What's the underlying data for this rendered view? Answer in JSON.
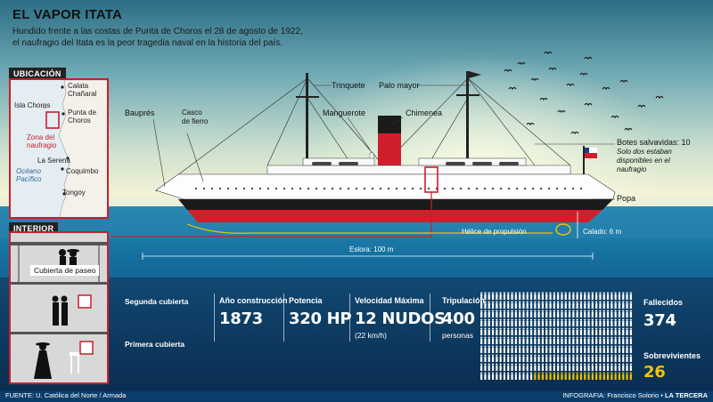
{
  "header": {
    "title": "EL VAPOR ITATA",
    "subtitle": "Hundido frente a las costas de Punta de Choros el 28 de agosto de 1922, el naufragio del Itata es la peor tragedia naval en la historia del país."
  },
  "map": {
    "section_label": "UBICACIÓN",
    "labels": {
      "calata_chanaral": "Calata\nChañaral",
      "isla_choros": "Isla Choros",
      "punta_choros": "Punta de\nChoros",
      "zona_naufragio": "Zona del\nnaufragio",
      "la_serena": "La Serena",
      "coquimbo": "Coquimbo",
      "oceano": "Océano\nPacífico",
      "tongoy": "Tongoy"
    }
  },
  "interior": {
    "section_label": "INTERIOR",
    "cubierta_paseo": "Cubierta de paseo"
  },
  "ship_callouts": {
    "bauprés": "Bauprés",
    "casco": "Casco\nde fierro",
    "trinquete": "Trinquete",
    "palo_mayor": "Palo mayor",
    "manguerote": "Manguerote",
    "chimenea": "Chimenea",
    "botes_title": "Botes salvavidas: 10",
    "botes_note": "Solo dos estaban\ndisponibles en el\nnaufragio",
    "popa": "Popa",
    "helice": "Hélice de propulsión",
    "calado": "Calado: 6 m",
    "eslora": "Eslora: 100 m"
  },
  "decks": {
    "segunda": "Segunda cubierta",
    "primera": "Primera cubierta"
  },
  "stats": {
    "anio_label": "Año construcción",
    "anio_value": "1873",
    "potencia_label": "Potencia",
    "potencia_value": "320 HP",
    "velocidad_label": "Velocidad Máxima",
    "velocidad_value": "12 NUDOS",
    "velocidad_sub": "(22 km/h)",
    "tripulacion_label": "Tripulación",
    "tripulacion_value": "400",
    "tripulacion_sub": "personas",
    "fallecidos_label": "Fallecidos",
    "fallecidos_value": "374",
    "sobrevivientes_label": "Sobrevivientes",
    "sobrevivientes_value": "26"
  },
  "people_chart": {
    "total": 400,
    "fallecidos": 374,
    "sobrevivientes": 26
  },
  "footer": {
    "fuente": "FUENTE: U. Católica del Norte / Armada",
    "credit_prefix": "INFOGRAFIA: Francisco Solorio • ",
    "credit_brand": "LA TERCERA"
  },
  "colors": {
    "accent_red": "#c71f2d",
    "survivor_yellow": "#f2c300",
    "hull_black": "#1b1b1b",
    "hull_red": "#d01f2b"
  }
}
